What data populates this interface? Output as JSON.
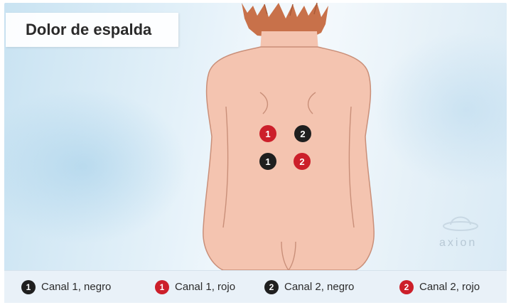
{
  "title": "Dolor de espalda",
  "colors": {
    "black_marker": "#1f1f1f",
    "red_marker": "#cc1f2a",
    "skin": "#f4c4b0",
    "hair": "#c8714a"
  },
  "markers": [
    {
      "label": "1",
      "color": "red"
    },
    {
      "label": "2",
      "color": "black"
    },
    {
      "label": "1",
      "color": "black"
    },
    {
      "label": "2",
      "color": "red"
    }
  ],
  "legend": [
    {
      "number": "1",
      "color": "black",
      "text": "Canal 1, negro"
    },
    {
      "number": "1",
      "color": "red",
      "text": "Canal 1, rojo"
    },
    {
      "number": "2",
      "color": "black",
      "text": "Canal 2, negro"
    },
    {
      "number": "2",
      "color": "red",
      "text": "Canal 2, rojo"
    }
  ],
  "logo": {
    "icon": "axion-logo-icon",
    "text": "axion"
  }
}
